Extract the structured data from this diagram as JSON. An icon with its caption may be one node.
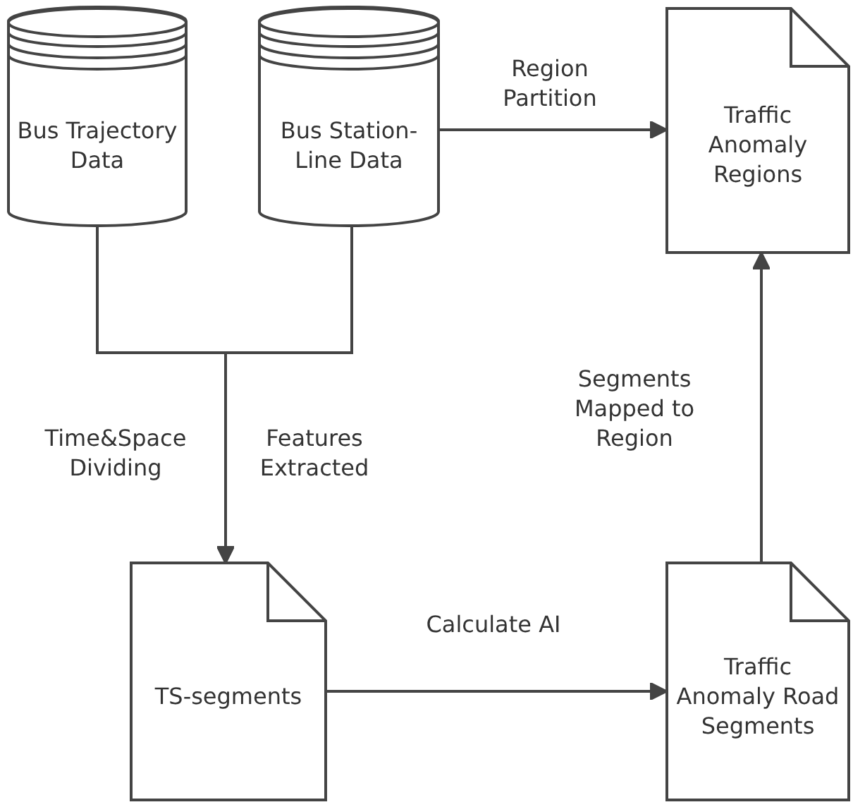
{
  "diagram": {
    "nodes": [
      {
        "text": [
          "Bus Trajectory Data"
        ]
      },
      {
        "text": [
          "Bus Station-Line Data"
        ]
      },
      {
        "text": [
          "Traffic Anomaly Regions"
        ]
      },
      {
        "text": [
          "TS-segments"
        ]
      },
      {
        "text": [
          "Traffic Anomaly Road Segments"
        ]
      }
    ],
    "edges": [
      {
        "from": 0,
        "to": 3,
        "arrow": "to",
        "label": "Time&Space Dividing"
      },
      {
        "from": 1,
        "to": 3,
        "arrow": "to",
        "label": "Features Extracted"
      },
      {
        "from": 1,
        "to": 2,
        "arrow": "to",
        "label": "Region Partition"
      },
      {
        "from": 3,
        "to": 4,
        "arrow": "to",
        "label": "Calculate AI"
      },
      {
        "from": 4,
        "to": 2,
        "arrow": "to",
        "label": "Segments Mapped to Region"
      }
    ]
  }
}
